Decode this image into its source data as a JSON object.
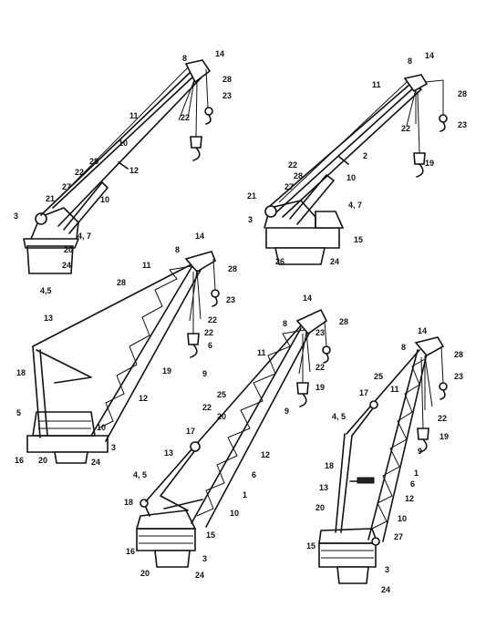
{
  "figure": {
    "background": "#ffffff",
    "ink": "#111111",
    "views": [
      {
        "id": "crane-a",
        "labels": [
          "8",
          "14",
          "28",
          "23",
          "22",
          "11",
          "10",
          "12",
          "28",
          "22",
          "27",
          "21",
          "10",
          "3",
          "4, 7",
          "20",
          "24"
        ]
      },
      {
        "id": "crane-b",
        "labels": [
          "8",
          "14",
          "28",
          "11",
          "22",
          "23",
          "2",
          "19",
          "22",
          "28",
          "10",
          "27",
          "21",
          "4, 7",
          "3",
          "15",
          "26",
          "24"
        ]
      },
      {
        "id": "crane-c",
        "labels": [
          "8",
          "14",
          "11",
          "28",
          "28",
          "23",
          "4,5",
          "22",
          "13",
          "22",
          "6",
          "19",
          "9",
          "18",
          "12",
          "5",
          "10",
          "3",
          "16",
          "20",
          "24"
        ]
      },
      {
        "id": "crane-d",
        "labels": [
          "14",
          "8",
          "28",
          "23",
          "11",
          "22",
          "19",
          "25",
          "9",
          "20",
          "22",
          "12",
          "17",
          "13",
          "6",
          "4, 5",
          "1",
          "10",
          "18",
          "15",
          "16",
          "3",
          "20",
          "24"
        ]
      },
      {
        "id": "crane-e",
        "labels": [
          "14",
          "28",
          "8",
          "23",
          "25",
          "11",
          "17",
          "22",
          "4, 5",
          "19",
          "9",
          "18",
          "1",
          "13",
          "6",
          "12",
          "20",
          "10",
          "27",
          "15",
          "3",
          "24"
        ]
      }
    ]
  }
}
